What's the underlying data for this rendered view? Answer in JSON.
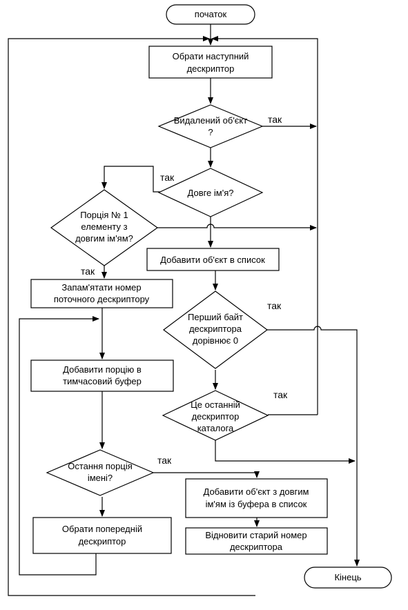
{
  "flowchart": {
    "terminals": {
      "start": "початок",
      "end": "Кінець"
    },
    "processes": {
      "select_next": [
        "Обрати наступний",
        "дескриптор"
      ],
      "add_object": [
        "Добавити об'єкт в список"
      ],
      "remember_number": [
        "Запам'ятати номер",
        "поточного дескриптору"
      ],
      "add_portion": [
        "Добавити порцію в",
        "тимчасовий буфер"
      ],
      "select_prev": [
        "Обрати попередній",
        "дескриптор"
      ],
      "add_long_name": [
        "Добавити об'єкт з довгим",
        "ім'ям із буфера в список"
      ],
      "restore_number": [
        "Відновити старий номер",
        "дескриптора"
      ]
    },
    "decisions": {
      "deleted": [
        "Видалений об'єкт",
        "?"
      ],
      "long_name": [
        "Довге ім'я?"
      ],
      "portion1": [
        "Порція № 1",
        "елементу з",
        "довгим ім'ям?"
      ],
      "first_byte": [
        "Перший байт",
        "дескриптора",
        "дорівнює 0"
      ],
      "last_desc": [
        "Це останній",
        "дескриптор",
        "каталога"
      ],
      "last_portion": [
        "Остання порція",
        "імені?"
      ]
    },
    "yes_labels": {
      "deleted": "так",
      "long_name": "так",
      "portion1": "так",
      "first_byte": "так",
      "last_desc": "так",
      "last_portion": "так"
    }
  }
}
